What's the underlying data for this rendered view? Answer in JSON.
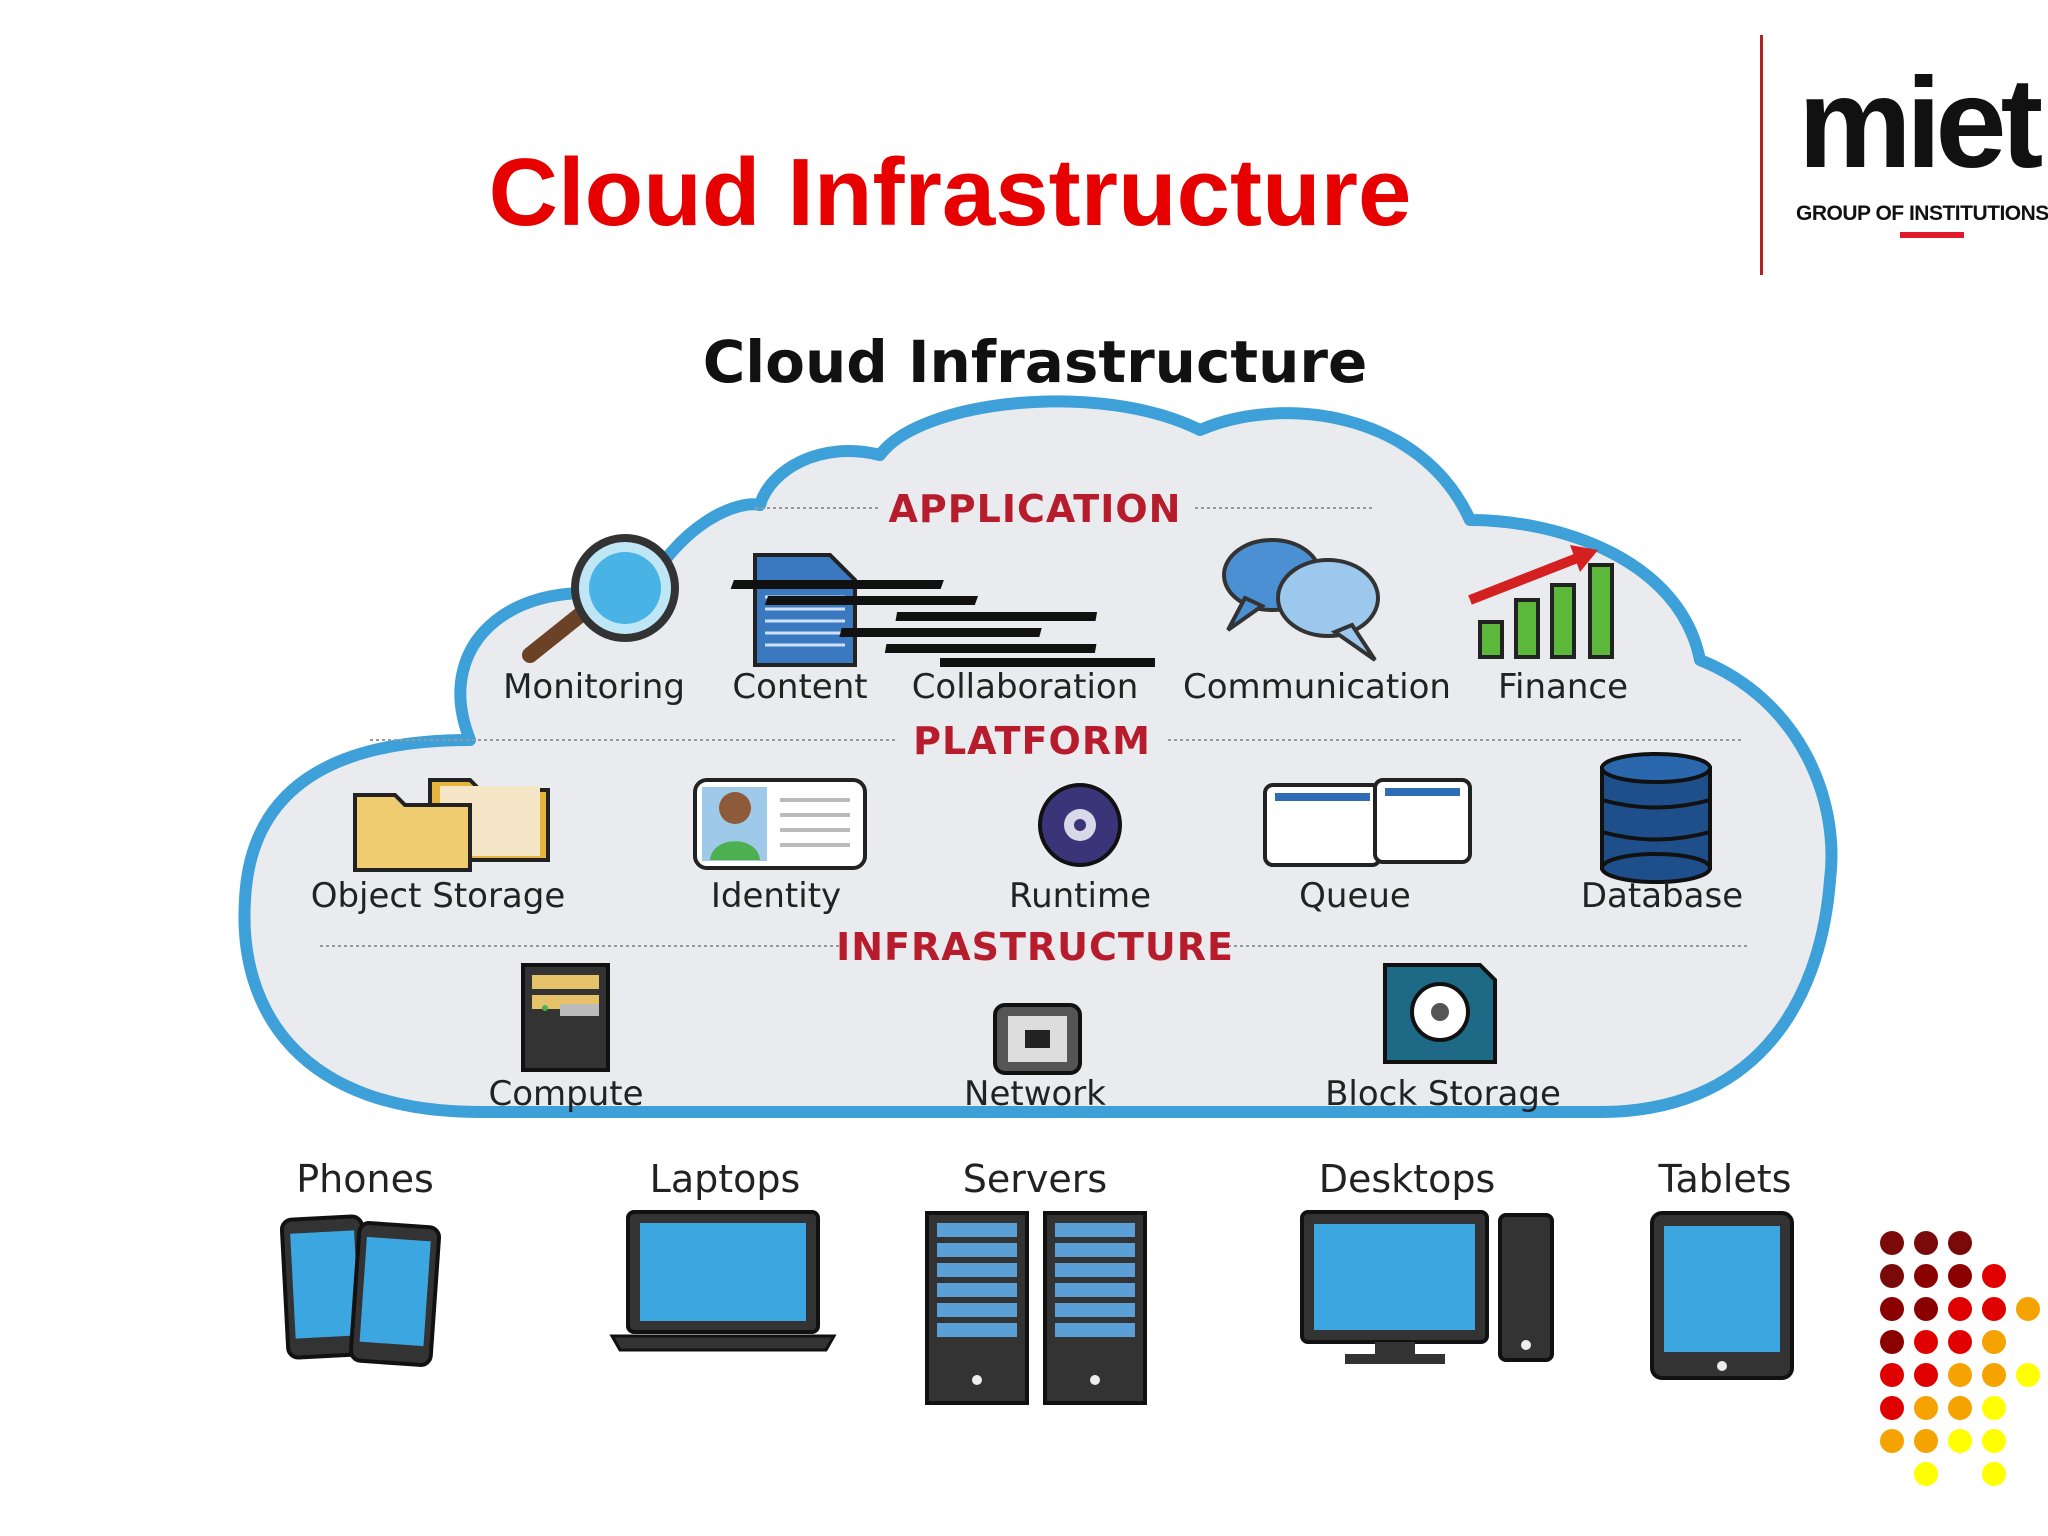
{
  "slide": {
    "title": "Cloud Infrastructure"
  },
  "logo": {
    "wordmark": "miet",
    "subtitle": "GROUP OF INSTITUTIONS"
  },
  "diagram": {
    "title": "Cloud Infrastructure",
    "sections": {
      "application": {
        "label": "APPLICATION",
        "items": [
          "Monitoring",
          "Content",
          "Collaboration",
          "Communication",
          "Finance"
        ]
      },
      "platform": {
        "label": "PLATFORM",
        "items": [
          "Object Storage",
          "Identity",
          "Runtime",
          "Queue",
          "Database"
        ]
      },
      "infrastructure": {
        "label": "INFRASTRUCTURE",
        "items": [
          "Compute",
          "Network",
          "Block Storage"
        ]
      }
    },
    "devices": [
      "Phones",
      "Laptops",
      "Servers",
      "Desktops",
      "Tablets"
    ]
  },
  "colors": {
    "title": "#e60000",
    "section_label": "#b71c2c",
    "cloud_outline": "#3ea0d8",
    "cloud_fill": "#e9ebee",
    "screen_blue": "#3ca6e0"
  }
}
